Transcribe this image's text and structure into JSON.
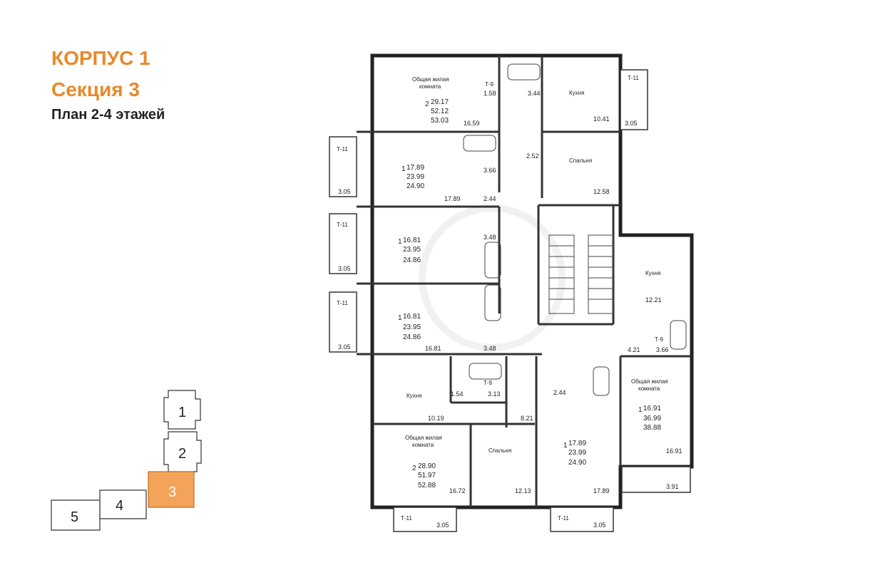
{
  "header": {
    "building": "КОРПУС 1",
    "section": "Секция 3",
    "plan": "План 2-4 этажей"
  },
  "colors": {
    "accent": "#e8892b",
    "highlight_fill": "#f3a45a"
  },
  "site_map": {
    "sections": [
      "1",
      "2",
      "3",
      "4",
      "5"
    ],
    "active": "3"
  },
  "rooms": {
    "living": "Общая жилая комната",
    "living_1": "Общая жилая",
    "living_2": "комната",
    "kitchen": "Кухня",
    "bedroom": "Спальня",
    "balcony": "Т-11",
    "bath": "Т-9"
  },
  "apartments": [
    {
      "rooms": "2",
      "living": "29.17",
      "total": "52.12",
      "full": "53.03"
    },
    {
      "rooms": "1",
      "living": "17.89",
      "total": "23.99",
      "full": "24.90"
    },
    {
      "rooms": "1",
      "living": "16.81",
      "total": "23.95",
      "full": "24.86"
    },
    {
      "rooms": "1",
      "living": "16.81",
      "total": "23.95",
      "full": "24.86"
    },
    {
      "rooms": "2",
      "living": "28.90",
      "total": "51.97",
      "full": "52.88"
    },
    {
      "rooms": "1",
      "living": "17.89",
      "total": "23.99",
      "full": "24.90"
    },
    {
      "rooms": "1",
      "living": "16.91",
      "total": "36.99",
      "full": "38.88"
    }
  ],
  "areas": {
    "a1": "16.59",
    "a2": "3.44",
    "a3": "1.58",
    "a4": "10.41",
    "a5": "3.05",
    "a6": "2.52",
    "a7": "12.58",
    "a8": "3.66",
    "a9": "17.89",
    "a10": "2.44",
    "a11": "3.48",
    "a12": "16.81",
    "a13": "12.21",
    "a14": "4.21",
    "a15": "1.54",
    "a16": "3.13",
    "a17": "10.19",
    "a18": "8.21",
    "a19": "16.72",
    "a20": "12.13",
    "a21": "16.91",
    "a22": "3.91"
  }
}
